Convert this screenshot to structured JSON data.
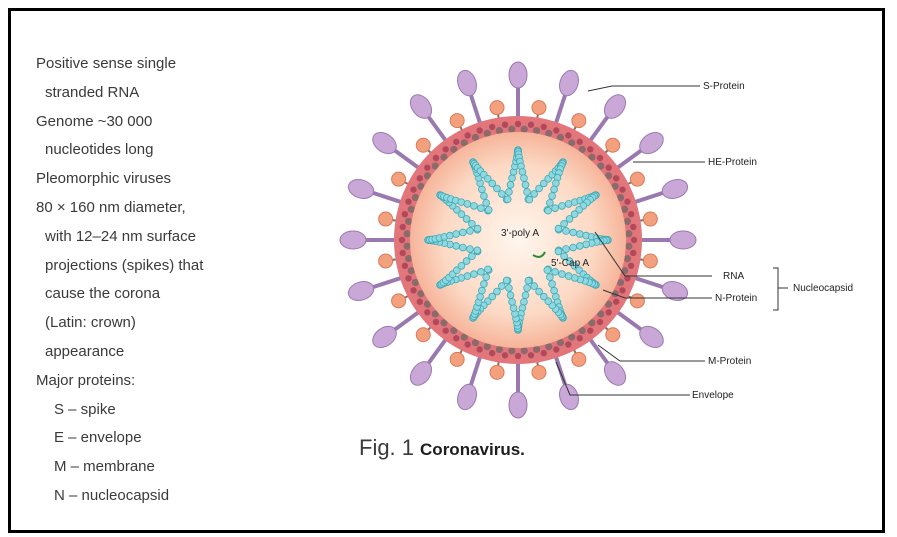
{
  "notes": {
    "lines": [
      "Positive sense single",
      "stranded RNA",
      "Genome ~30 000",
      "nucleotides long",
      "Pleomorphic viruses",
      "80 × 160 nm diameter,",
      "with 12–24 nm surface",
      "projections (spikes) that",
      "cause the corona",
      "(Latin: crown)",
      "appearance",
      "Major proteins:",
      "S – spike",
      "E – envelope",
      "M – membrane",
      "N – nucleocapsid"
    ]
  },
  "diagram": {
    "labels": {
      "s_protein": "S-Protein",
      "he_protein": "HE-Protein",
      "rna": "RNA",
      "n_protein": "N-Protein",
      "nucleocapsid": "Nucleocapsid",
      "m_protein": "M-Protein",
      "envelope": "Envelope",
      "poly_a": "3'-poly A",
      "cap_a": "5'-Cap A"
    },
    "colors": {
      "spike": "#c9a8d8",
      "spike_stroke": "#9a78b0",
      "he_knob": "#f3a07e",
      "envelope_band": "#e3767a",
      "core": "#fbd8c4",
      "rna": "#8fd8e0",
      "rna_stroke": "#3fa9b6"
    }
  },
  "caption": {
    "prefix": "Fig. 1",
    "title": "Coronavirus."
  }
}
